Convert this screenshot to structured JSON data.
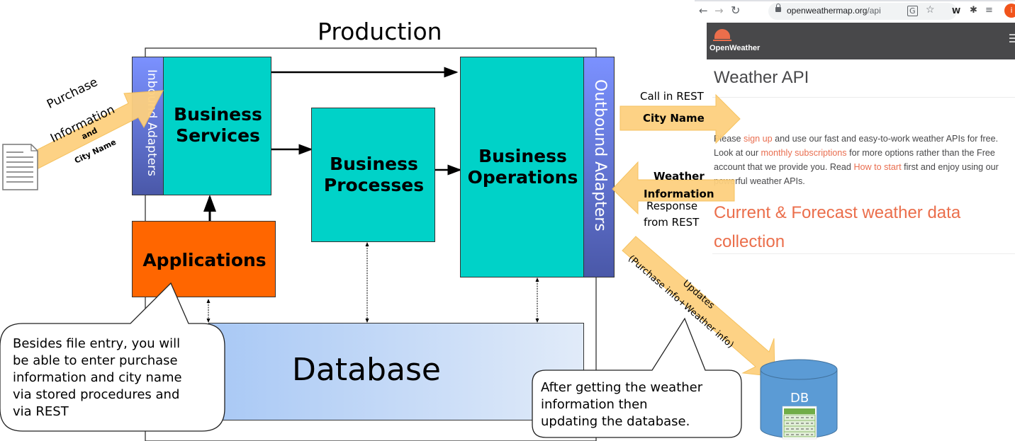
{
  "diagram": {
    "title": "Production",
    "components": {
      "inbound_adapters": "Inbound Adapters",
      "business_services": [
        "Business",
        "Services"
      ],
      "business_processes": [
        "Business",
        "Processes"
      ],
      "business_operations": [
        "Business",
        "Operations"
      ],
      "outbound_adapters": "Outbound Adapters",
      "applications": "Applications",
      "database": "Database",
      "external_db": "DB"
    },
    "arrows": {
      "inbound": {
        "line1": "Purchase",
        "line2": "Information",
        "line3": "and",
        "line4": "City Name"
      },
      "call_rest": {
        "above": "Call in REST",
        "body": "City Name"
      },
      "response_rest": {
        "body_line1": "Weather",
        "body_line2": "Information",
        "below_line1": "Response",
        "below_line2": "from REST"
      },
      "updates": {
        "line1": "Updates",
        "line2": "(Purchase info+Weather info)"
      }
    },
    "callouts": {
      "left": [
        "Besides file entry, you will",
        "be able to enter purchase",
        "information and city name",
        "via stored procedures and",
        "via REST"
      ],
      "right": [
        "After getting the weather",
        "information then",
        "updating the database."
      ]
    },
    "colors": {
      "teal": "#00d2c8",
      "orange": "#ff6600",
      "adapter_top": "#7b91ff",
      "adapter_bottom": "#4a58a8",
      "arrow_fill": "#fdd07f",
      "db_blue": "#5b9bd5"
    }
  },
  "browser": {
    "url_host": "openweathermap.org",
    "url_path": "/api",
    "profile_initial": "i",
    "toolbar_icons": [
      "back-icon",
      "forward-icon",
      "reload-icon",
      "lock-icon",
      "translate-icon",
      "star-icon",
      "w-extension-icon",
      "puzzle-icon",
      "reading-list-icon",
      "profile-icon"
    ],
    "site": {
      "logo_text": "OpenWeather",
      "page_title": "Weather API",
      "paragraph": {
        "p1": "Please ",
        "link1": "sign up",
        "p2": " and use our fast and easy-to-work weather APIs for free. Look at our ",
        "link2": "monthly subscriptions",
        "p3": " for more options rather than the Free account that we provide you. Read ",
        "link3": "How to start",
        "p4": " first and enjoy using our powerful weather APIs."
      },
      "section_title": "Current & Forecast weather data collection"
    }
  }
}
